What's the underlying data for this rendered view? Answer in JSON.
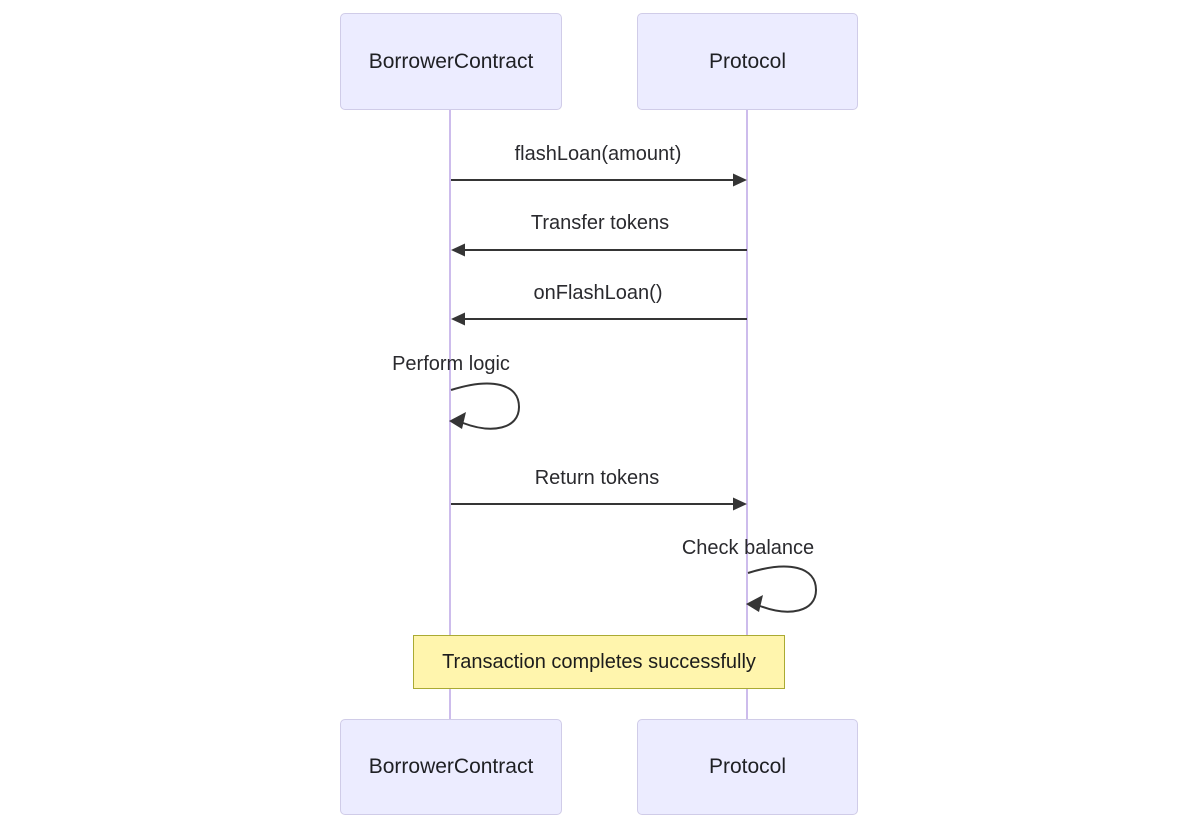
{
  "diagram": {
    "type": "sequence-diagram",
    "actors": [
      {
        "id": "borrower",
        "label": "BorrowerContract"
      },
      {
        "id": "protocol",
        "label": "Protocol"
      }
    ],
    "messages": [
      {
        "from": "BorrowerContract",
        "to": "Protocol",
        "label": "flashLoan(amount)",
        "kind": "solid-arrow-right"
      },
      {
        "from": "Protocol",
        "to": "BorrowerContract",
        "label": "Transfer tokens",
        "kind": "solid-arrow-left"
      },
      {
        "from": "Protocol",
        "to": "BorrowerContract",
        "label": "onFlashLoan()",
        "kind": "solid-arrow-left"
      },
      {
        "from": "BorrowerContract",
        "to": "BorrowerContract",
        "label": "Perform logic",
        "kind": "self-loop"
      },
      {
        "from": "BorrowerContract",
        "to": "Protocol",
        "label": "Return tokens",
        "kind": "solid-arrow-right"
      },
      {
        "from": "Protocol",
        "to": "Protocol",
        "label": "Check balance",
        "kind": "self-loop"
      }
    ],
    "note": {
      "label": "Transaction completes successfully",
      "position": "over BorrowerContract and Protocol"
    },
    "colors": {
      "background": "#FFFFFF",
      "actor_fill": "#ECECFF",
      "actor_border": "#D0CCE8",
      "lifeline": "#CDBCEC",
      "arrow": "#353535",
      "note_fill": "#FFF5AD",
      "note_border": "#AAAA33",
      "text": "#2A2A2E"
    }
  }
}
